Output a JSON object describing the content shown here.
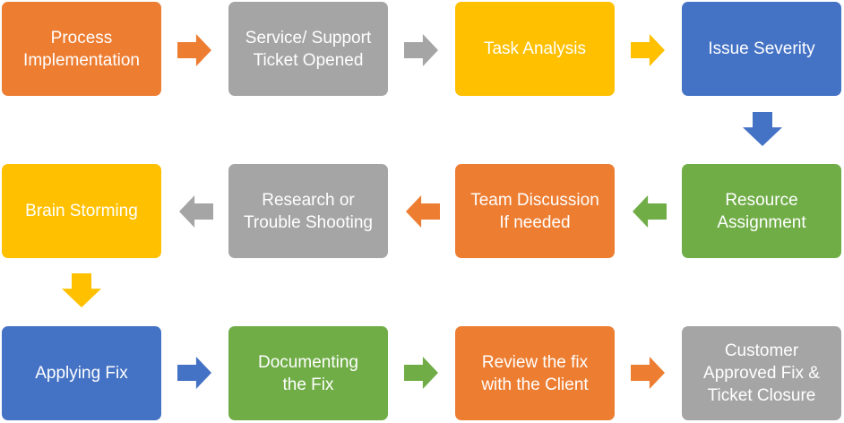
{
  "steps": [
    {
      "label": "Process\nImplementation",
      "color": "#ED7D31"
    },
    {
      "label": "Service/ Support\nTicket Opened",
      "color": "#A5A5A5"
    },
    {
      "label": "Task Analysis",
      "color": "#FFC000"
    },
    {
      "label": "Issue Severity",
      "color": "#4472C4"
    },
    {
      "label": "Resource\nAssignment",
      "color": "#70AD47"
    },
    {
      "label": "Team Discussion\nIf needed",
      "color": "#ED7D31"
    },
    {
      "label": "Research or\nTrouble Shooting",
      "color": "#A5A5A5"
    },
    {
      "label": "Brain Storming",
      "color": "#FFC000"
    },
    {
      "label": "Applying Fix",
      "color": "#4472C4"
    },
    {
      "label": "Documenting\nthe Fix",
      "color": "#70AD47"
    },
    {
      "label": "Review the fix\nwith the Client",
      "color": "#ED7D31"
    },
    {
      "label": "Customer\nApproved Fix &\nTicket Closure",
      "color": "#A5A5A5"
    }
  ],
  "arrows": [
    {
      "direction": "right",
      "color": "#ED7D31"
    },
    {
      "direction": "right",
      "color": "#A5A5A5"
    },
    {
      "direction": "right",
      "color": "#FFC000"
    },
    {
      "direction": "down",
      "color": "#4472C4"
    },
    {
      "direction": "left",
      "color": "#70AD47"
    },
    {
      "direction": "left",
      "color": "#ED7D31"
    },
    {
      "direction": "left",
      "color": "#A5A5A5"
    },
    {
      "direction": "down",
      "color": "#FFC000"
    },
    {
      "direction": "right",
      "color": "#4472C4"
    },
    {
      "direction": "right",
      "color": "#70AD47"
    },
    {
      "direction": "right",
      "color": "#ED7D31"
    }
  ]
}
